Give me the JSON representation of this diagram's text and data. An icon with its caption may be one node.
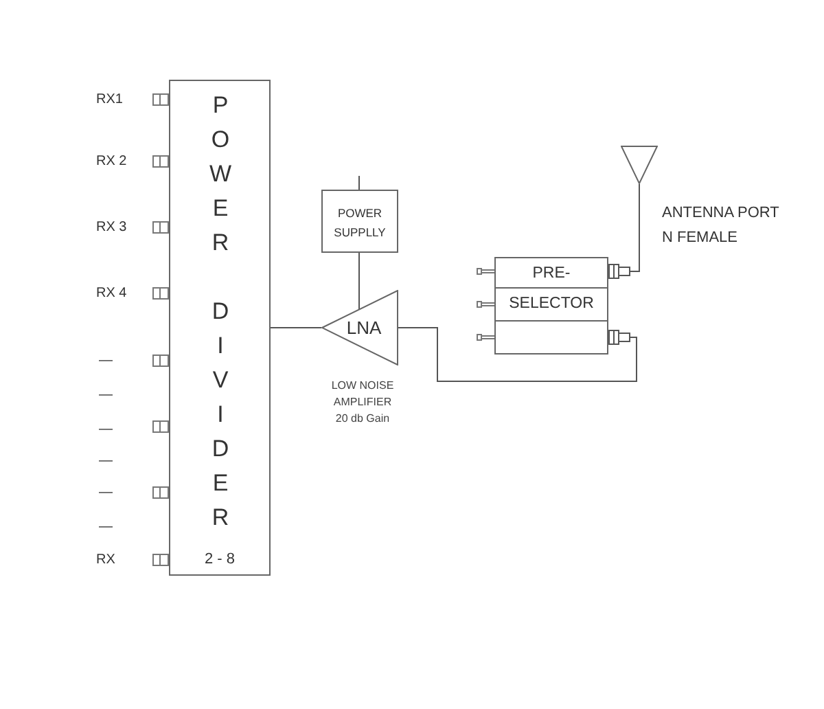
{
  "diagram": {
    "nodes": [
      {
        "text": [
          "POWER DIVIDER",
          "2 - 8"
        ]
      },
      {
        "text": [
          "POWER SUPPLLY"
        ]
      },
      {
        "text": [
          "LNA"
        ],
        "beside": [
          "LOW NOISE AMPLIFIER",
          "20 db Gain"
        ]
      },
      {
        "text": [
          "PRE- SELECTOR"
        ]
      },
      {
        "text": [],
        "shape": "triangle"
      }
    ],
    "edges": [
      {
        "from": 4,
        "to": 3,
        "arrow": "other"
      },
      {
        "from": 2,
        "to": 3,
        "arrow": "other"
      },
      {
        "from": 2,
        "to": 0,
        "arrow": "none"
      },
      {
        "from": 1,
        "to": 2,
        "arrow": "none"
      },
      {
        "from": null,
        "to": 1,
        "arrow": "none"
      }
    ],
    "labels": [
      "RX1",
      "RX 2",
      "RX 3",
      "RX 4",
      "—",
      "—",
      "—",
      "—",
      "—",
      "—",
      "RX",
      "ANTENNA PORT N FEMALE"
    ]
  }
}
